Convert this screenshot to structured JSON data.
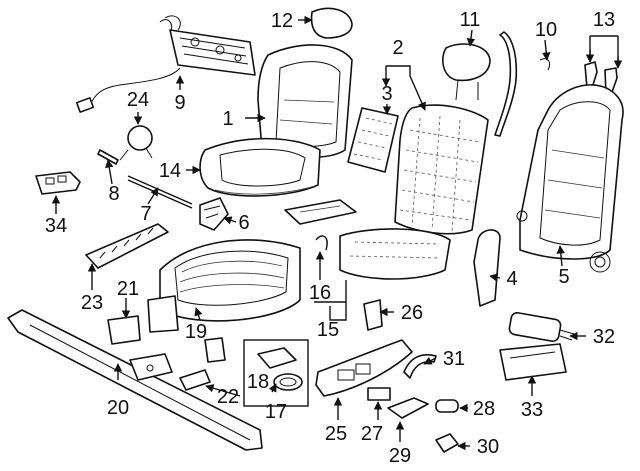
{
  "diagram": {
    "callouts": [
      "1",
      "2",
      "3",
      "4",
      "5",
      "6",
      "7",
      "8",
      "9",
      "10",
      "11",
      "12",
      "13",
      "14",
      "15",
      "16",
      "17",
      "18",
      "19",
      "20",
      "21",
      "22",
      "23",
      "24",
      "25",
      "26",
      "27",
      "28",
      "29",
      "30",
      "31",
      "32",
      "33",
      "34"
    ]
  },
  "colors": {
    "line": "#111111",
    "background": "#ffffff"
  }
}
